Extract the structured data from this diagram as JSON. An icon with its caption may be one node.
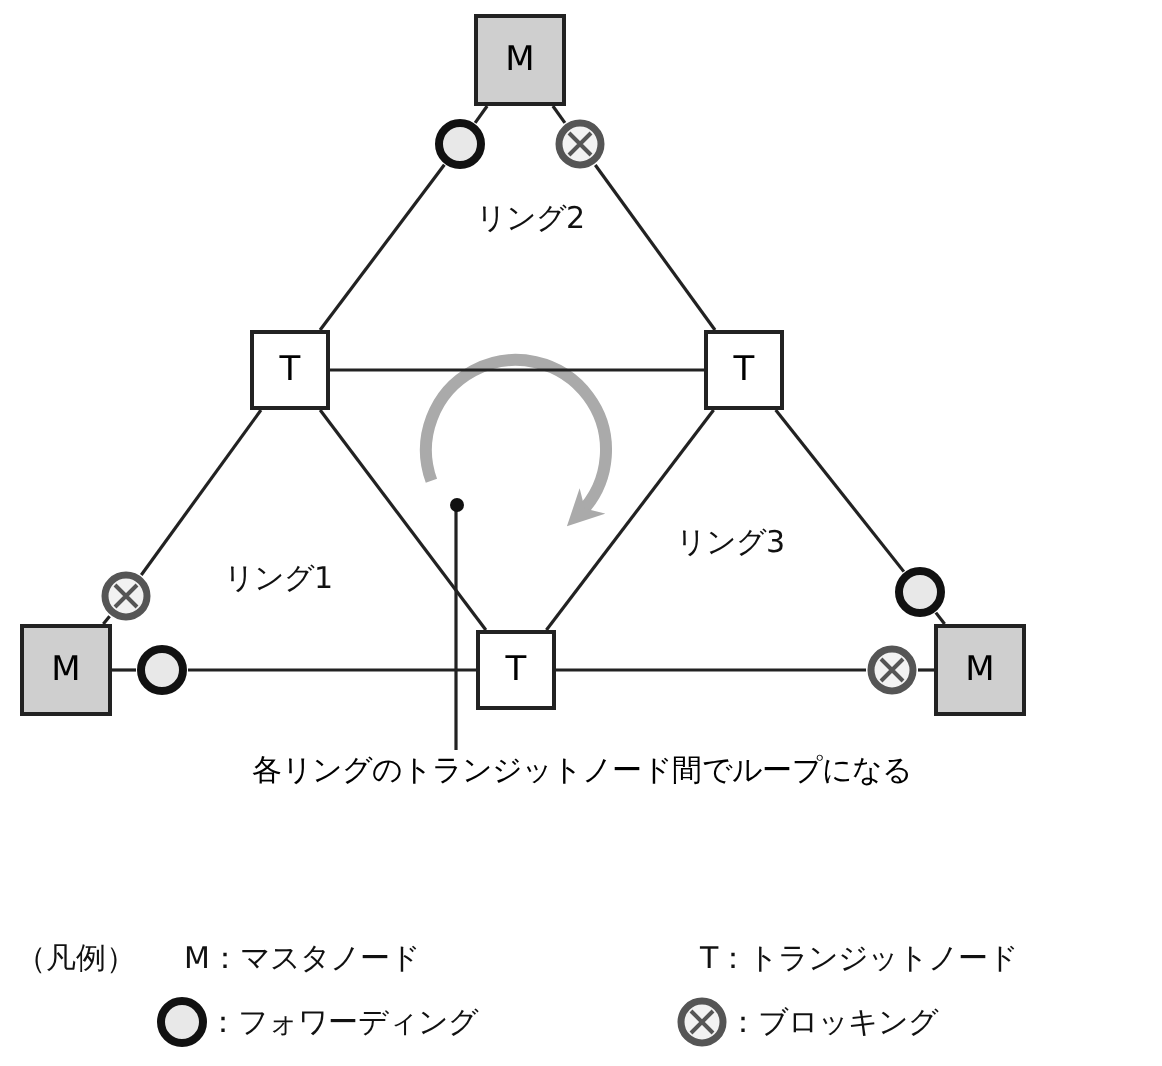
{
  "diagram": {
    "nodes": [
      {
        "text": [
          "M"
        ]
      },
      {
        "text": [],
        "shape": "circle"
      },
      {
        "text": [],
        "shape": "crossed-circle"
      },
      {
        "text": [
          "T"
        ]
      },
      {
        "text": [
          "T"
        ]
      },
      {
        "text": [],
        "shape": "crossed-circle"
      },
      {
        "text": [],
        "shape": "circle"
      },
      {
        "text": [
          "M"
        ]
      },
      {
        "text": [],
        "shape": "circle"
      },
      {
        "text": [
          "T"
        ]
      },
      {
        "text": [],
        "shape": "crossed-circle"
      },
      {
        "text": [
          "M"
        ]
      },
      {
        "text": [],
        "shape": "dot"
      },
      {
        "text": [
          "各リングのトランジットノード間でループになる"
        ]
      }
    ],
    "edges": [
      {
        "from": 0,
        "to": 1,
        "arrow": "none"
      },
      {
        "from": 1,
        "to": 3,
        "arrow": "none"
      },
      {
        "from": 0,
        "to": 2,
        "arrow": "none"
      },
      {
        "from": 2,
        "to": 4,
        "arrow": "none"
      },
      {
        "from": 3,
        "to": 4,
        "arrow": "none"
      },
      {
        "from": 3,
        "to": 9,
        "arrow": "none"
      },
      {
        "from": 4,
        "to": 9,
        "arrow": "none"
      },
      {
        "from": 7,
        "to": 5,
        "arrow": "none"
      },
      {
        "from": 5,
        "to": 3,
        "arrow": "none"
      },
      {
        "from": 7,
        "to": 8,
        "arrow": "none"
      },
      {
        "from": 8,
        "to": 9,
        "arrow": "none"
      },
      {
        "from": 11,
        "to": 6,
        "arrow": "none"
      },
      {
        "from": 6,
        "to": 4,
        "arrow": "none"
      },
      {
        "from": 11,
        "to": 10,
        "arrow": "none"
      },
      {
        "from": 10,
        "to": 9,
        "arrow": "none"
      },
      {
        "from": 13,
        "to": 12,
        "arrow": "none"
      }
    ],
    "labels": [
      "リング2",
      "リング1",
      "リング3",
      "（凡例）"
    ],
    "legend": [
      {
        "text": "M：マスタノード"
      },
      {
        "text": "T：トランジットノード"
      },
      {
        "text": "：フォワーディング"
      },
      {
        "text": "：ブロッキング"
      }
    ]
  }
}
